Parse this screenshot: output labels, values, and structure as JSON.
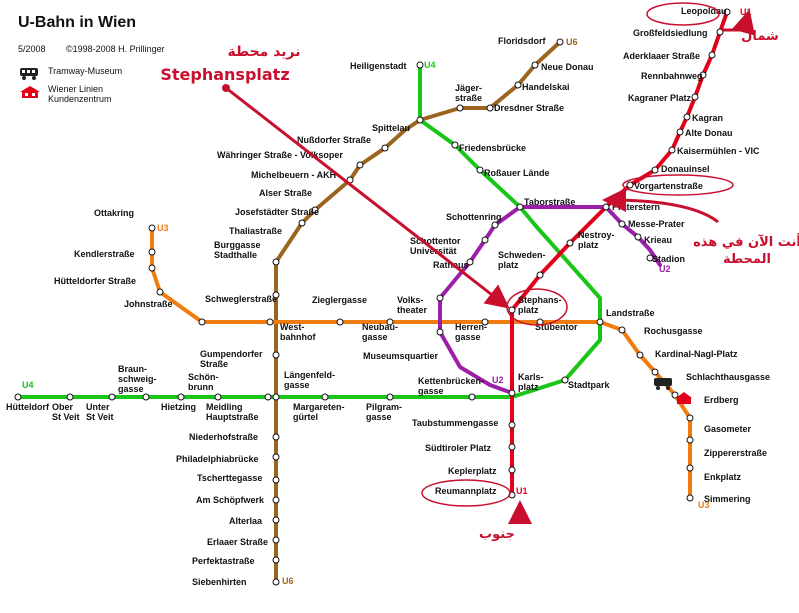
{
  "title": "U-Bahn in Wien",
  "date": "5/2008",
  "copyright": "©1998-2008 H. Prillinger",
  "legend": {
    "tram_museum": "Tramway-Museum",
    "customer_center": "Wiener Linien\nKundenzentrum"
  },
  "colors": {
    "U1": "#e2001a",
    "U2": "#9b1fa8",
    "U3": "#f07c10",
    "U4": "#18c618",
    "U6": "#9b6520",
    "annotation": "#c8102e"
  },
  "lines": [
    {
      "id": "U1",
      "label": "U1",
      "color": "#e2001a"
    },
    {
      "id": "U2",
      "label": "U2",
      "color": "#9b1fa8"
    },
    {
      "id": "U3",
      "label": "U3",
      "color": "#f07c10"
    },
    {
      "id": "U4",
      "label": "U4",
      "color": "#18c618"
    },
    {
      "id": "U6",
      "label": "U6",
      "color": "#9b6520"
    }
  ],
  "stations": [
    "Leopoldau",
    "Großfeldsiedlung",
    "Aderklaaer Straße",
    "Rennbahnweg",
    "Kagraner Platz",
    "Kagran",
    "Alte Donau",
    "Kaisermühlen - VIC",
    "Donauinsel",
    "Vorgartenstraße",
    "Praterstern",
    "Nestroy-\nplatz",
    "Schweden-\nplatz",
    "Stephans-\nplatz",
    "Karls-\nplatz",
    "Taubstummengasse",
    "Südtiroler Platz",
    "Keplerplatz",
    "Reumannplatz",
    "Schottenring",
    "Taborstraße",
    "Messe-Prater",
    "Krieau",
    "Stadion",
    "Schottentor\nUniversität",
    "Rathaus",
    "Volks-\ntheater",
    "Museumsquartier",
    "Ottakring",
    "Kendlerstraße",
    "Hütteldorfer Straße",
    "Johnstraße",
    "Schweglerstraße",
    "West-\nbahnhof",
    "Zieglergasse",
    "Neubau-\ngasse",
    "Herren-\ngasse",
    "Stubentor",
    "Landstraße",
    "Rochusgasse",
    "Kardinal-Nagl-Platz",
    "Schlachthausgasse",
    "Erdberg",
    "Gasometer",
    "Zippererstraße",
    "Enkplatz",
    "Simmering",
    "Hütteldorf",
    "Ober\nSt Veit",
    "Unter\nSt Veit",
    "Braun-\nschweig-\ngasse",
    "Hietzing",
    "Schön-\nbrunn",
    "Meidling\nHauptstraße",
    "Margareten-\ngürtel",
    "Pilgram-\ngasse",
    "Kettenbrücken-\ngasse",
    "Stadtpark",
    "Roßauer Lände",
    "Friedensbrücke",
    "Spittelau",
    "Heiligenstadt",
    "Floridsdorf",
    "Neue Donau",
    "Handelskai",
    "Dresdner Straße",
    "Jäger-\nstraße",
    "Nußdorfer Straße",
    "Währinger Straße - Volksoper",
    "Michelbeuern - AKH",
    "Alser Straße",
    "Josefstädter Straße",
    "Thaliastraße",
    "Burggasse\nStadthalle",
    "Gumpendorfer\nStraße",
    "Längenfeld-\ngasse",
    "Niederhofstraße",
    "Philadelphiabrücke",
    "Tscherttegasse",
    "Am Schöpfwerk",
    "Alterlaa",
    "Erlaaer Straße",
    "Perfektastraße",
    "Siebenhirten"
  ],
  "annotations": {
    "want_station": "نريد محطة",
    "target": "Stephansplatz",
    "you_are_here": "أنت الآن في هذه\nالمحطة",
    "north": "شمال",
    "south": "جنوب"
  }
}
